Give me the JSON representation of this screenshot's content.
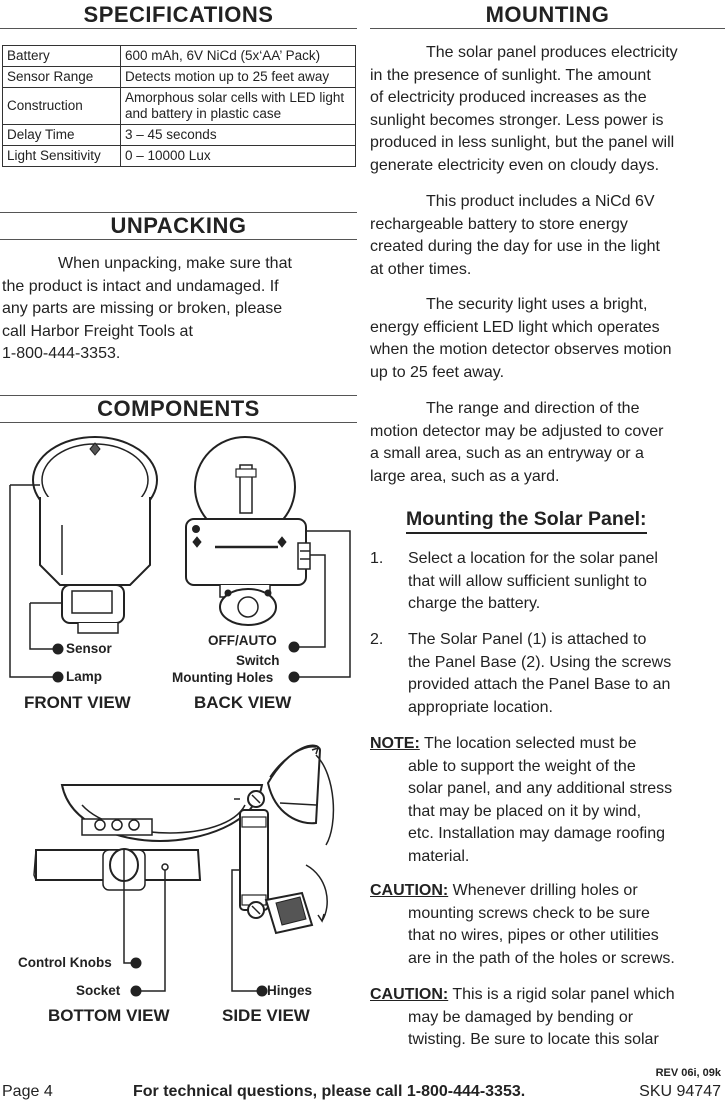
{
  "specifications": {
    "title": "SPECIFICATIONS",
    "rows": [
      {
        "key": "Battery",
        "value": "600 mAh, 6V NiCd (5x‘AA’ Pack)"
      },
      {
        "key": "Sensor Range",
        "value": "Detects motion up to 25 feet away"
      },
      {
        "key": "Construction",
        "value": "Amorphous solar cells with LED light and battery in plastic case"
      },
      {
        "key": "Delay Time",
        "value": "3 – 45 seconds"
      },
      {
        "key": "Light Sensitivity",
        "value": "0 – 10000 Lux"
      }
    ]
  },
  "unpacking": {
    "title": "UNPACKING",
    "lines": [
      "When unpacking, make sure that",
      "the product is intact and undamaged.  If",
      "any parts are missing or broken, please",
      "call Harbor Freight Tools at",
      "1-800-444-3353."
    ]
  },
  "components": {
    "title": "COMPONENTS",
    "labels": {
      "sensor": "Sensor",
      "lamp": "Lamp",
      "off_auto": "OFF/AUTO",
      "switch": "Switch",
      "mounting_holes": "Mounting Holes",
      "control_knobs": "Control Knobs",
      "socket": "Socket",
      "hinges": "Hinges"
    },
    "views": {
      "front": "FRONT VIEW",
      "back": "BACK VIEW",
      "bottom": "BOTTOM VIEW",
      "side": "SIDE VIEW"
    }
  },
  "mounting": {
    "title": "MOUNTING",
    "paragraphs": [
      [
        "The solar panel produces electricity",
        "in the presence of sunlight. The amount",
        "of electricity produced increases as the",
        "sunlight becomes stronger. Less power is",
        "produced in less sunlight, but the panel will",
        "generate electricity even on cloudy days."
      ],
      [
        "This product includes a NiCd 6V",
        "rechargeable battery to store energy",
        "created during the day for use in the light",
        "at other times."
      ],
      [
        "The security light uses a bright,",
        "energy efficient LED light which operates",
        "when the motion detector observes motion",
        "up to 25 feet away."
      ],
      [
        "The range and direction of the",
        "motion detector may be adjusted to cover",
        "a small area, such as an entryway or a",
        "large area, such as a yard."
      ]
    ],
    "subhead": "Mounting the Solar Panel:",
    "steps": [
      {
        "num": "1.",
        "lines": [
          "Select a location for the solar panel",
          "that will allow sufficient sunlight to",
          "charge the battery."
        ]
      },
      {
        "num": "2.",
        "lines": [
          "The Solar Panel (1) is attached to",
          "the Panel Base (2). Using the screws",
          "provided attach the Panel Base to an",
          "appropriate location."
        ]
      }
    ],
    "notes": [
      {
        "lead": "NOTE:",
        "first": " The location selected must be",
        "rest": [
          "able to support the weight of the",
          "solar panel, and any additional stress",
          "that may be placed on it by wind,",
          "etc. Installation may damage roofing",
          "material."
        ]
      },
      {
        "lead": "CAUTION:",
        "first": " Whenever drilling holes or",
        "rest": [
          "mounting screws check to be sure",
          "that no wires, pipes or other utilities",
          "are in the path of the holes or screws."
        ]
      },
      {
        "lead": "CAUTION:",
        "first": " This is a rigid solar panel which",
        "rest": [
          "may be damaged by bending or",
          "twisting. Be sure to locate this solar"
        ]
      }
    ]
  },
  "footer": {
    "rev": "REV 06i, 09k",
    "page": "Page 4",
    "tech": "For technical questions, please call 1-800-444-3353.",
    "sku": "SKU 94747"
  }
}
